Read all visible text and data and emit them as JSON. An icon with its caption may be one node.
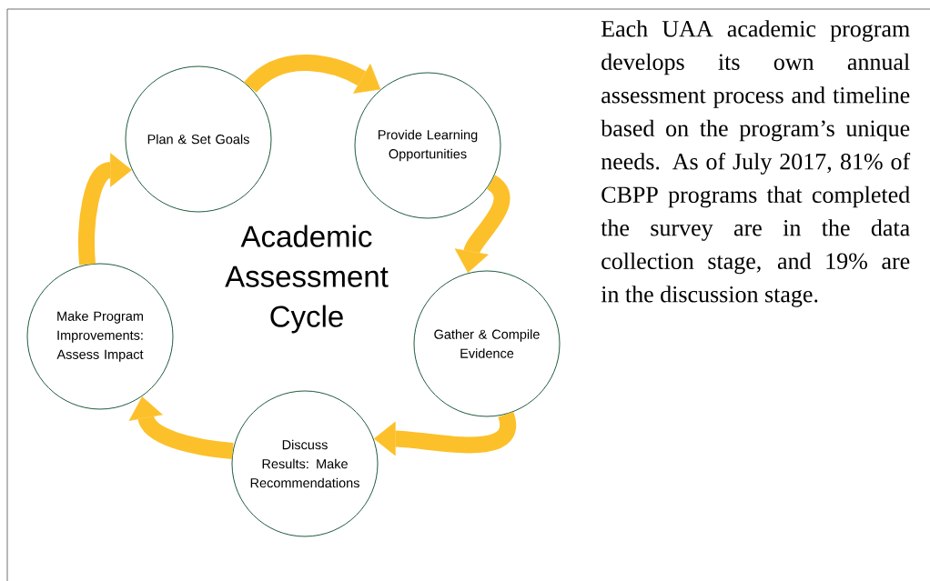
{
  "diagram": {
    "nodes": [
      {
        "text": [
          "Plan & Set Goals"
        ]
      },
      {
        "text": [
          "Provide Learning Opportunities"
        ]
      },
      {
        "text": [
          "Gather & Compile Evidence"
        ]
      },
      {
        "text": [
          "Discuss Results: Make Recommendations"
        ]
      },
      {
        "text": [
          "Make Program Improvements: Assess Impact"
        ]
      }
    ],
    "edges": [
      {
        "from": 0,
        "to": 1,
        "arrow": "to"
      },
      {
        "from": 1,
        "to": 2,
        "arrow": "to"
      },
      {
        "from": 2,
        "to": 3,
        "arrow": "to"
      },
      {
        "from": 3,
        "to": 4,
        "arrow": "to"
      },
      {
        "from": 4,
        "to": 0,
        "arrow": "to"
      }
    ],
    "labels": [
      "Academic Assessment Cycle",
      "Each UAA academic program develops its own annual assessment process and timeline based on the program’s unique needs. As of July 2017, 81% of CBPP programs that completed the survey are in the data collection stage, and 19% are in the discussion stage."
    ]
  }
}
